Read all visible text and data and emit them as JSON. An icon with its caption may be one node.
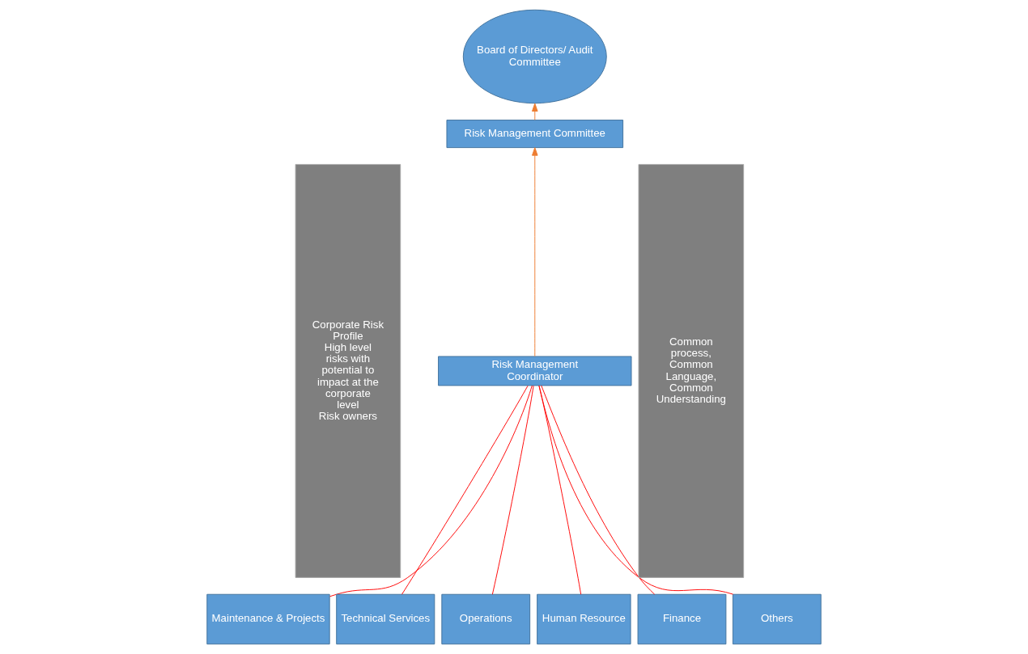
{
  "diagram": {
    "nodes": [
      {
        "text": [
          "Corporate Risk Profile",
          "High level risks with potential to impact at the corporate level",
          "Risk owners"
        ]
      },
      {
        "text": [
          "Board of Directors/ Audit Committee"
        ]
      },
      {
        "text": [
          "Risk Management Committee"
        ]
      },
      {
        "text": [
          "Risk Management Coordinator"
        ]
      },
      {
        "text": [
          "Maintenance & Projects"
        ]
      },
      {
        "text": [
          "Technical Services"
        ]
      },
      {
        "text": [
          "Operations"
        ]
      },
      {
        "text": [
          "Human Resource"
        ]
      },
      {
        "text": [
          "Finance"
        ]
      },
      {
        "text": [
          "Others"
        ]
      },
      {
        "text": [
          "Common process, Common Language, Common Understanding"
        ]
      }
    ],
    "edges": [
      {
        "from": 3,
        "to": 2,
        "arrow": "to",
        "color": "#ed7d31"
      },
      {
        "from": 2,
        "to": 1,
        "arrow": "to",
        "color": "#ed7d31"
      },
      {
        "from": 3,
        "to": 4,
        "arrow": "none"
      },
      {
        "from": 3,
        "to": 5,
        "arrow": "none"
      },
      {
        "from": 3,
        "to": 6,
        "arrow": "none"
      },
      {
        "from": 3,
        "to": 7,
        "arrow": "none"
      },
      {
        "from": 3,
        "to": 8,
        "arrow": "none"
      },
      {
        "from": 3,
        "to": 9,
        "arrow": "none"
      }
    ]
  }
}
